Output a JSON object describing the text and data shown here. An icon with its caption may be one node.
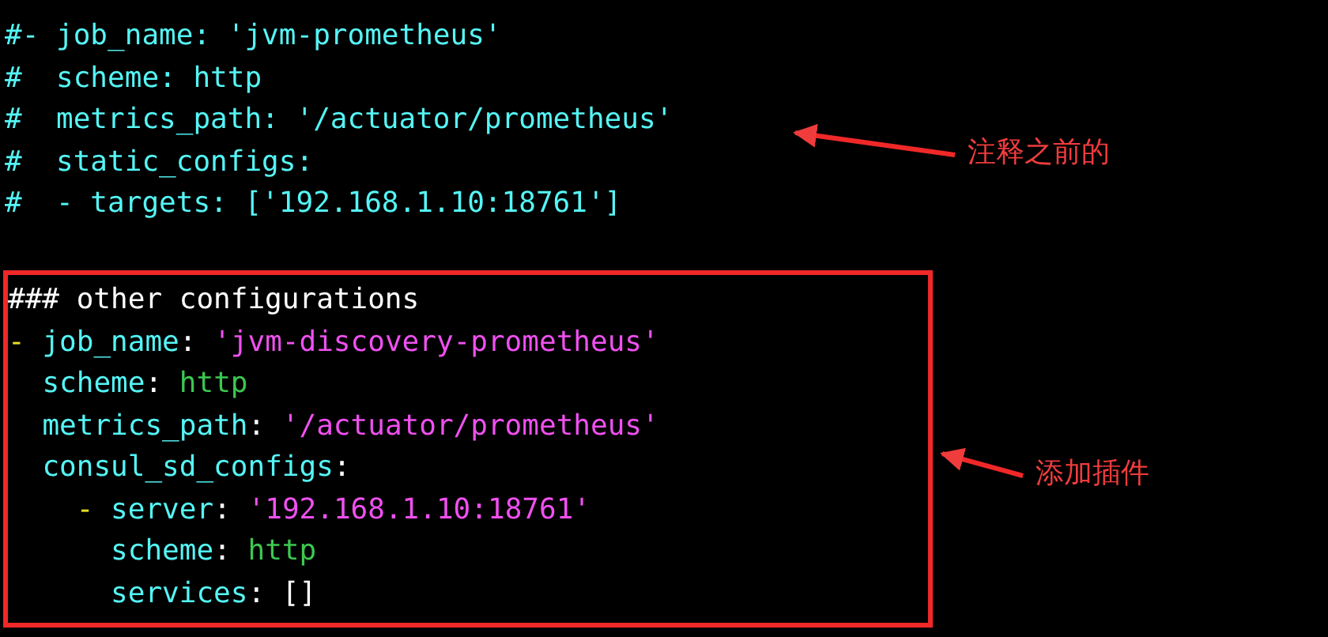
{
  "diagram": {
    "nodes": [
      {
        "text": [
          "#- job_name: 'jvm-prometheus'",
          "#  scheme: http",
          "#  metrics_path: '/actuator/prometheus'",
          "#  static_configs:",
          "#  - targets: ['192.168.1.10:18761']"
        ]
      },
      {
        "text": [
          "### other configurations",
          "- job_name: 'jvm-discovery-prometheus'",
          "  scheme: http",
          "  metrics_path: '/actuator/prometheus'",
          "  consul_sd_configs:",
          "    - server: '192.168.1.10:18761'",
          "      scheme: http",
          "      services: []"
        ]
      },
      {
        "text": [
          "注释之前的"
        ]
      },
      {
        "text": [
          "添加插件"
        ]
      }
    ],
    "edges": [
      {
        "from": 2,
        "to": 0,
        "arrow": "to"
      },
      {
        "from": 3,
        "to": 1,
        "arrow": "to"
      }
    ]
  }
}
